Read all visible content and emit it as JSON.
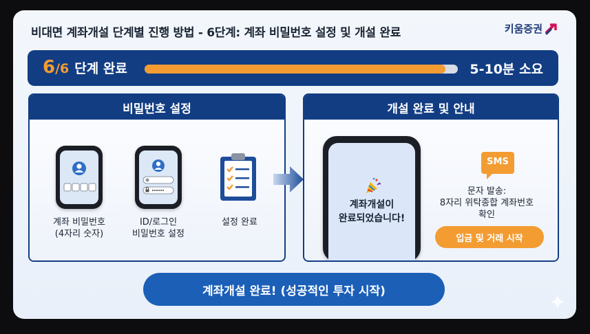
{
  "header": {
    "title": "비대면 계좌개설 단계별 진행 방법 - 6단계: 계좌 비밀번호 설정 및 개설 완료",
    "brand": "키움증권"
  },
  "progress": {
    "current": "6",
    "total": "/6",
    "label": "단계 완료",
    "time": "5-10분 소요",
    "fraction": 0.96
  },
  "left_panel": {
    "title": "비밀번호 설정",
    "steps": [
      {
        "caption_line1": "계좌 비밀번호",
        "caption_line2": "(4자리 숫자)"
      },
      {
        "caption_line1": "ID/로그인",
        "caption_line2": "비밀번호 설정"
      },
      {
        "caption_line1": "설정 완료",
        "caption_line2": ""
      }
    ]
  },
  "right_panel": {
    "title": "개설 완료 및 안내",
    "phone_message_line1": "계좌개설이",
    "phone_message_line2": "완료되었습니다!",
    "sms_label": "SMS",
    "notice_line1": "문자 발송:",
    "notice_line2": "8자리 위탁종합 계좌번호",
    "notice_line3": "확인",
    "button": "입금 및 거래 시작"
  },
  "footer": {
    "banner": "계좌개설 완료! (성공적인 투자 시작)"
  },
  "colors": {
    "navy": "#123d83",
    "accent": "#f39c32",
    "banner": "#1b5fb7"
  },
  "icons": [
    "kiwoom-logo-icon",
    "user-icon",
    "lock-icon",
    "clipboard-checklist-icon",
    "arrow-right-icon",
    "party-popper-icon",
    "sms-icon",
    "sparkle-icon"
  ]
}
